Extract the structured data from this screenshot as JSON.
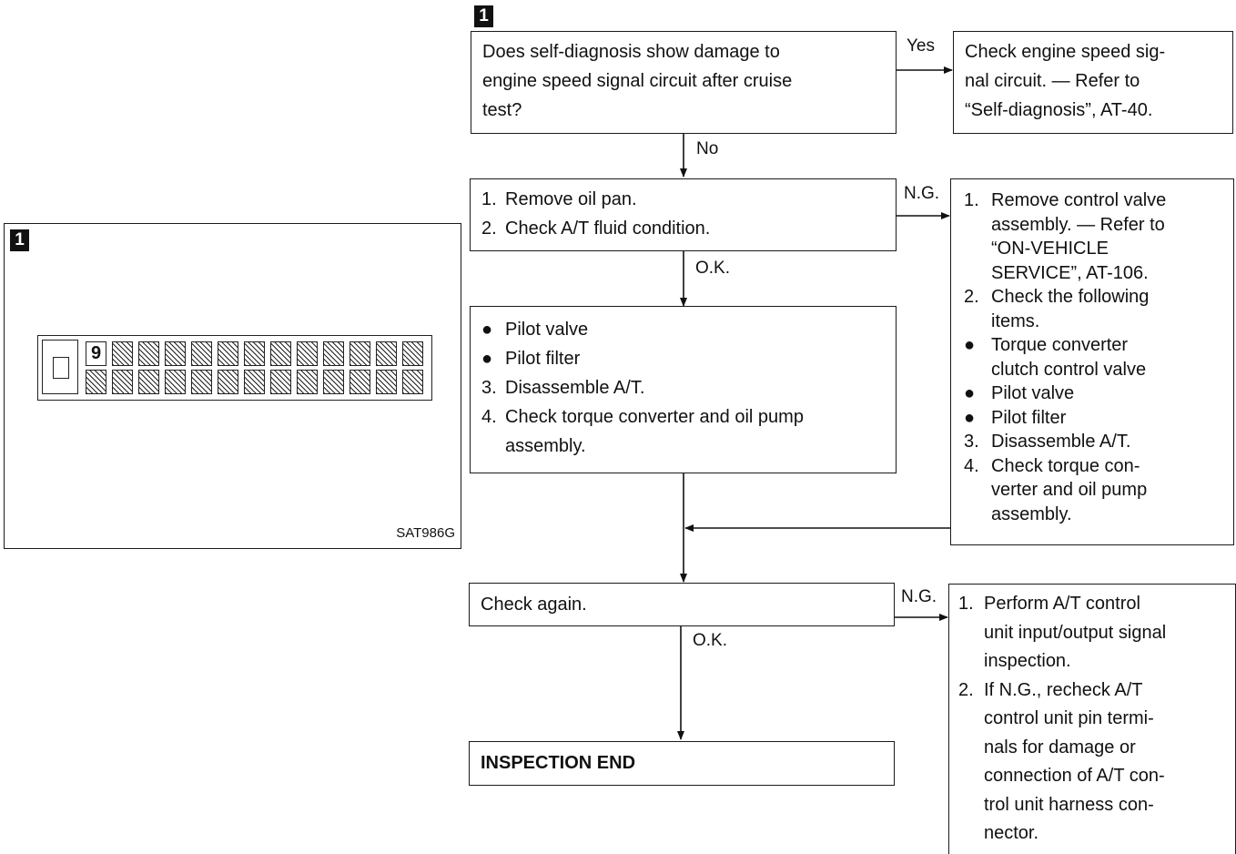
{
  "badge_number": "1",
  "figure": {
    "code": "SAT986G",
    "pin_label": "9"
  },
  "nodes": {
    "q1": {
      "lines": [
        "Does self-diagnosis show damage to",
        "engine speed signal circuit after cruise",
        "test?"
      ]
    },
    "q1_yes": {
      "lines": [
        "Check engine speed sig-",
        "nal circuit. — Refer to",
        "“Self-diagnosis”, AT-40."
      ]
    },
    "step2": {
      "items": [
        {
          "marker": "1.",
          "text": "Remove oil pan."
        },
        {
          "marker": "2.",
          "text": "Check A/T fluid condition."
        }
      ]
    },
    "step2_ng": {
      "items": [
        {
          "marker": "1.",
          "lines": [
            "Remove control valve",
            "assembly. — Refer to",
            "“ON-VEHICLE",
            "SERVICE”, AT-106."
          ]
        },
        {
          "marker": "2.",
          "lines": [
            "Check the following",
            "items."
          ]
        },
        {
          "marker": "●",
          "lines": [
            "Torque converter",
            "clutch control valve"
          ]
        },
        {
          "marker": "●",
          "lines": [
            "Pilot valve"
          ]
        },
        {
          "marker": "●",
          "lines": [
            "Pilot filter"
          ]
        },
        {
          "marker": "3.",
          "lines": [
            "Disassemble A/T."
          ]
        },
        {
          "marker": "4.",
          "lines": [
            "Check torque con-",
            "verter and oil pump",
            "assembly."
          ]
        }
      ]
    },
    "step3": {
      "items": [
        {
          "marker": "●",
          "lines": [
            "Pilot valve"
          ]
        },
        {
          "marker": "●",
          "lines": [
            "Pilot filter"
          ]
        },
        {
          "marker": "3.",
          "lines": [
            "Disassemble A/T."
          ]
        },
        {
          "marker": "4.",
          "lines": [
            "Check torque converter and oil pump",
            "assembly."
          ]
        }
      ]
    },
    "check_again": {
      "text": "Check again."
    },
    "check_again_ng": {
      "items": [
        {
          "marker": "1.",
          "lines": [
            "Perform A/T control",
            "unit input/output signal",
            "inspection."
          ]
        },
        {
          "marker": "2.",
          "lines": [
            "If N.G., recheck A/T",
            "control unit pin termi-",
            "nals for damage or",
            "connection of A/T con-",
            "trol unit harness con-",
            "nector."
          ]
        }
      ]
    },
    "end": {
      "text": "INSPECTION END"
    }
  },
  "edge_labels": {
    "yes": "Yes",
    "no": "No",
    "ng1": "N.G.",
    "ok1": "O.K.",
    "ng2": "N.G.",
    "ok2": "O.K."
  }
}
